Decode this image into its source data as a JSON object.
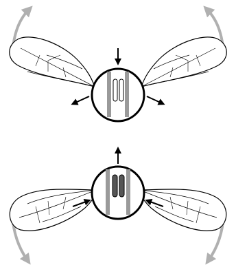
{
  "figure": {
    "panels": [
      {
        "id": "upstroke",
        "muscle_state": "relaxed",
        "wing_motion": "up",
        "thorax_force": "down",
        "hinge_force": "outward"
      },
      {
        "id": "downstroke",
        "muscle_state": "contracted",
        "wing_motion": "down",
        "thorax_force": "up",
        "hinge_force": "inward"
      }
    ],
    "colors": {
      "outline": "#000000",
      "wing_motion_arrow": "#b0b0b0",
      "force_arrow": "#000000",
      "muscle_relaxed_fill": "#ffffff",
      "muscle_contracted_fill": "#555555",
      "thorax_band_fill": "#9a9a9a"
    }
  }
}
